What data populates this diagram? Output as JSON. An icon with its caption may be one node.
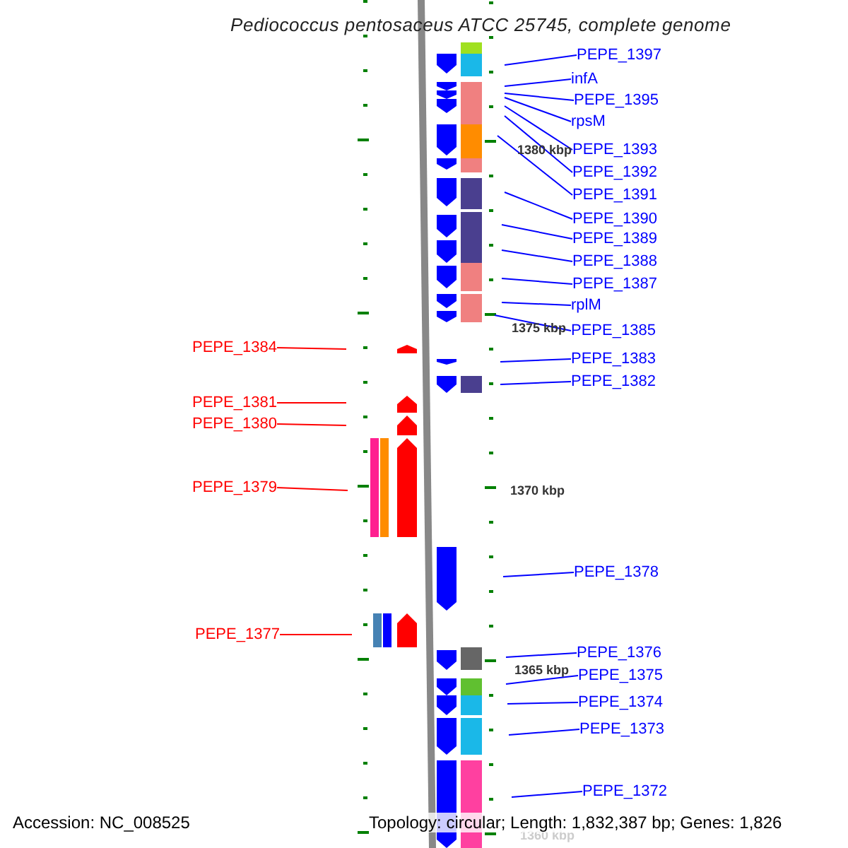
{
  "diagram": {
    "title": "Pediococcus pentosaceus ATCC 25745, complete genome",
    "nodes": [
      {
        "text": [
          "PEPE_1397"
        ]
      },
      {
        "text": [
          "infA"
        ]
      },
      {
        "text": [
          "PEPE_1395"
        ]
      },
      {
        "text": [
          "rpsM"
        ]
      },
      {
        "text": [
          "PEPE_1393"
        ]
      },
      {
        "text": [
          "PEPE_1392"
        ]
      },
      {
        "text": [
          "PEPE_1391"
        ]
      },
      {
        "text": [
          "PEPE_1390"
        ]
      },
      {
        "text": [
          "PEPE_1389"
        ]
      },
      {
        "text": [
          "PEPE_1388"
        ]
      },
      {
        "text": [
          "PEPE_1387"
        ]
      },
      {
        "text": [
          "rplM"
        ]
      },
      {
        "text": [
          "PEPE_1385"
        ]
      },
      {
        "text": [
          "PEPE_1384"
        ]
      },
      {
        "text": [
          "PEPE_1383"
        ]
      },
      {
        "text": [
          "PEPE_1382"
        ]
      },
      {
        "text": [
          "PEPE_1381"
        ]
      },
      {
        "text": [
          "PEPE_1380"
        ]
      },
      {
        "text": [
          "PEPE_1379"
        ]
      },
      {
        "text": [
          "PEPE_1378"
        ]
      },
      {
        "text": [
          "PEPE_1377"
        ]
      },
      {
        "text": [
          "PEPE_1376"
        ]
      },
      {
        "text": [
          "PEPE_1375"
        ]
      },
      {
        "text": [
          "PEPE_1374"
        ]
      },
      {
        "text": [
          "PEPE_1373"
        ]
      },
      {
        "text": [
          "PEPE_1372"
        ]
      }
    ],
    "edges": [
      {
        "from": 0,
        "to": null,
        "arrow": "none"
      },
      {
        "from": 1,
        "to": null,
        "arrow": "none"
      },
      {
        "from": 2,
        "to": null,
        "arrow": "none"
      },
      {
        "from": 3,
        "to": null,
        "arrow": "none"
      },
      {
        "from": 4,
        "to": null,
        "arrow": "none"
      },
      {
        "from": 5,
        "to": null,
        "arrow": "none"
      },
      {
        "from": 6,
        "to": null,
        "arrow": "none"
      },
      {
        "from": 7,
        "to": null,
        "arrow": "none"
      },
      {
        "from": 8,
        "to": null,
        "arrow": "none"
      },
      {
        "from": 9,
        "to": null,
        "arrow": "none"
      },
      {
        "from": 10,
        "to": null,
        "arrow": "none"
      },
      {
        "from": 11,
        "to": null,
        "arrow": "none"
      },
      {
        "from": 12,
        "to": null,
        "arrow": "none"
      },
      {
        "from": 13,
        "to": null,
        "arrow": "none",
        "color": "#ff0000"
      },
      {
        "from": 14,
        "to": null,
        "arrow": "none"
      },
      {
        "from": 15,
        "to": null,
        "arrow": "none"
      },
      {
        "from": 16,
        "to": null,
        "arrow": "none",
        "color": "#ff0000"
      },
      {
        "from": 17,
        "to": null,
        "arrow": "none",
        "color": "#ff0000"
      },
      {
        "from": 18,
        "to": null,
        "arrow": "none",
        "color": "#ff0000"
      },
      {
        "from": 19,
        "to": null,
        "arrow": "none"
      },
      {
        "from": 20,
        "to": null,
        "arrow": "none",
        "color": "#ff0000"
      },
      {
        "from": 21,
        "to": null,
        "arrow": "none"
      },
      {
        "from": 22,
        "to": null,
        "arrow": "none"
      },
      {
        "from": 23,
        "to": null,
        "arrow": "none"
      },
      {
        "from": 24,
        "to": null,
        "arrow": "none"
      },
      {
        "from": 25,
        "to": null,
        "arrow": "none"
      }
    ],
    "labels": [
      "1380 kbp",
      "1375 kbp",
      "1370 kbp",
      "1365 kbp",
      "1360 kbp",
      "Accession: NC_008525",
      "Topology: circular; Length: 1,832,387 bp; Genes: 1,826"
    ]
  }
}
